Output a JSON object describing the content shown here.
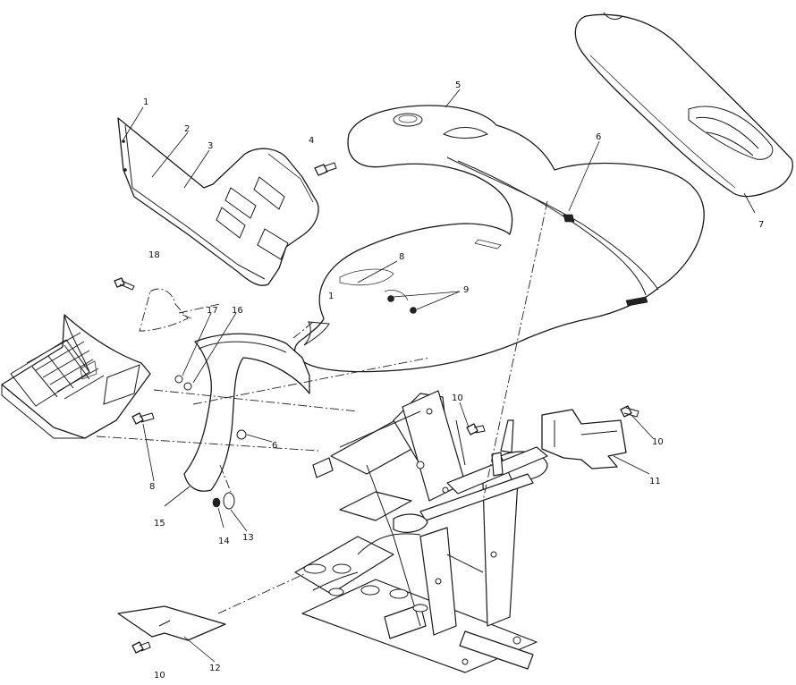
{
  "callouts": [
    {
      "id": "c1",
      "label": "1"
    },
    {
      "id": "c2",
      "label": "2"
    },
    {
      "id": "c3",
      "label": "3"
    },
    {
      "id": "c4",
      "label": "4"
    },
    {
      "id": "c5",
      "label": "5"
    },
    {
      "id": "c6a",
      "label": "6"
    },
    {
      "id": "c7",
      "label": "7"
    },
    {
      "id": "c18",
      "label": "18"
    },
    {
      "id": "c8a",
      "label": "8"
    },
    {
      "id": "c9",
      "label": "9"
    },
    {
      "id": "c17",
      "label": "17"
    },
    {
      "id": "c16",
      "label": "16"
    },
    {
      "id": "c1b",
      "label": "1"
    },
    {
      "id": "c10a",
      "label": "10"
    },
    {
      "id": "c10b",
      "label": "10"
    },
    {
      "id": "c11",
      "label": "11"
    },
    {
      "id": "c6b",
      "label": "6"
    },
    {
      "id": "c8b",
      "label": "8"
    },
    {
      "id": "c15",
      "label": "15"
    },
    {
      "id": "c14",
      "label": "14"
    },
    {
      "id": "c13",
      "label": "13"
    },
    {
      "id": "c12",
      "label": "12"
    },
    {
      "id": "c10c",
      "label": "10"
    }
  ],
  "colors": {
    "ink": "#1a1a1a",
    "paper": "#ffffff"
  }
}
